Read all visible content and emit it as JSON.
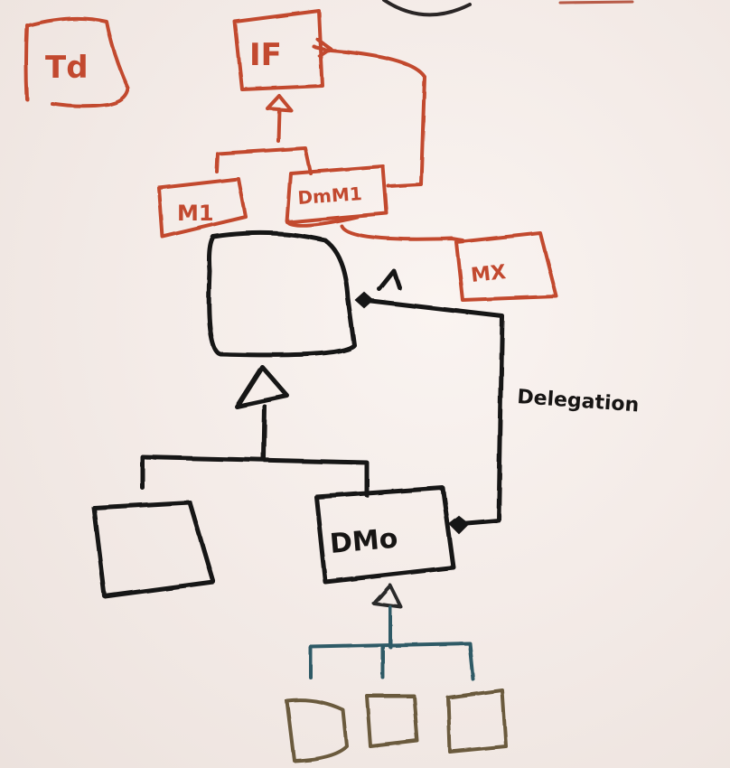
{
  "colors": {
    "red": "#c2492f",
    "black": "#171514",
    "teal": "#2f5a66",
    "brown": "#6b5a3c",
    "paper": "#f4ece8"
  },
  "labels": {
    "td": "Td",
    "if": "IF",
    "m1": "M1",
    "dm1": "DmM1",
    "mx": "MX",
    "dmo": "DMo",
    "delegation": "Delegation"
  }
}
